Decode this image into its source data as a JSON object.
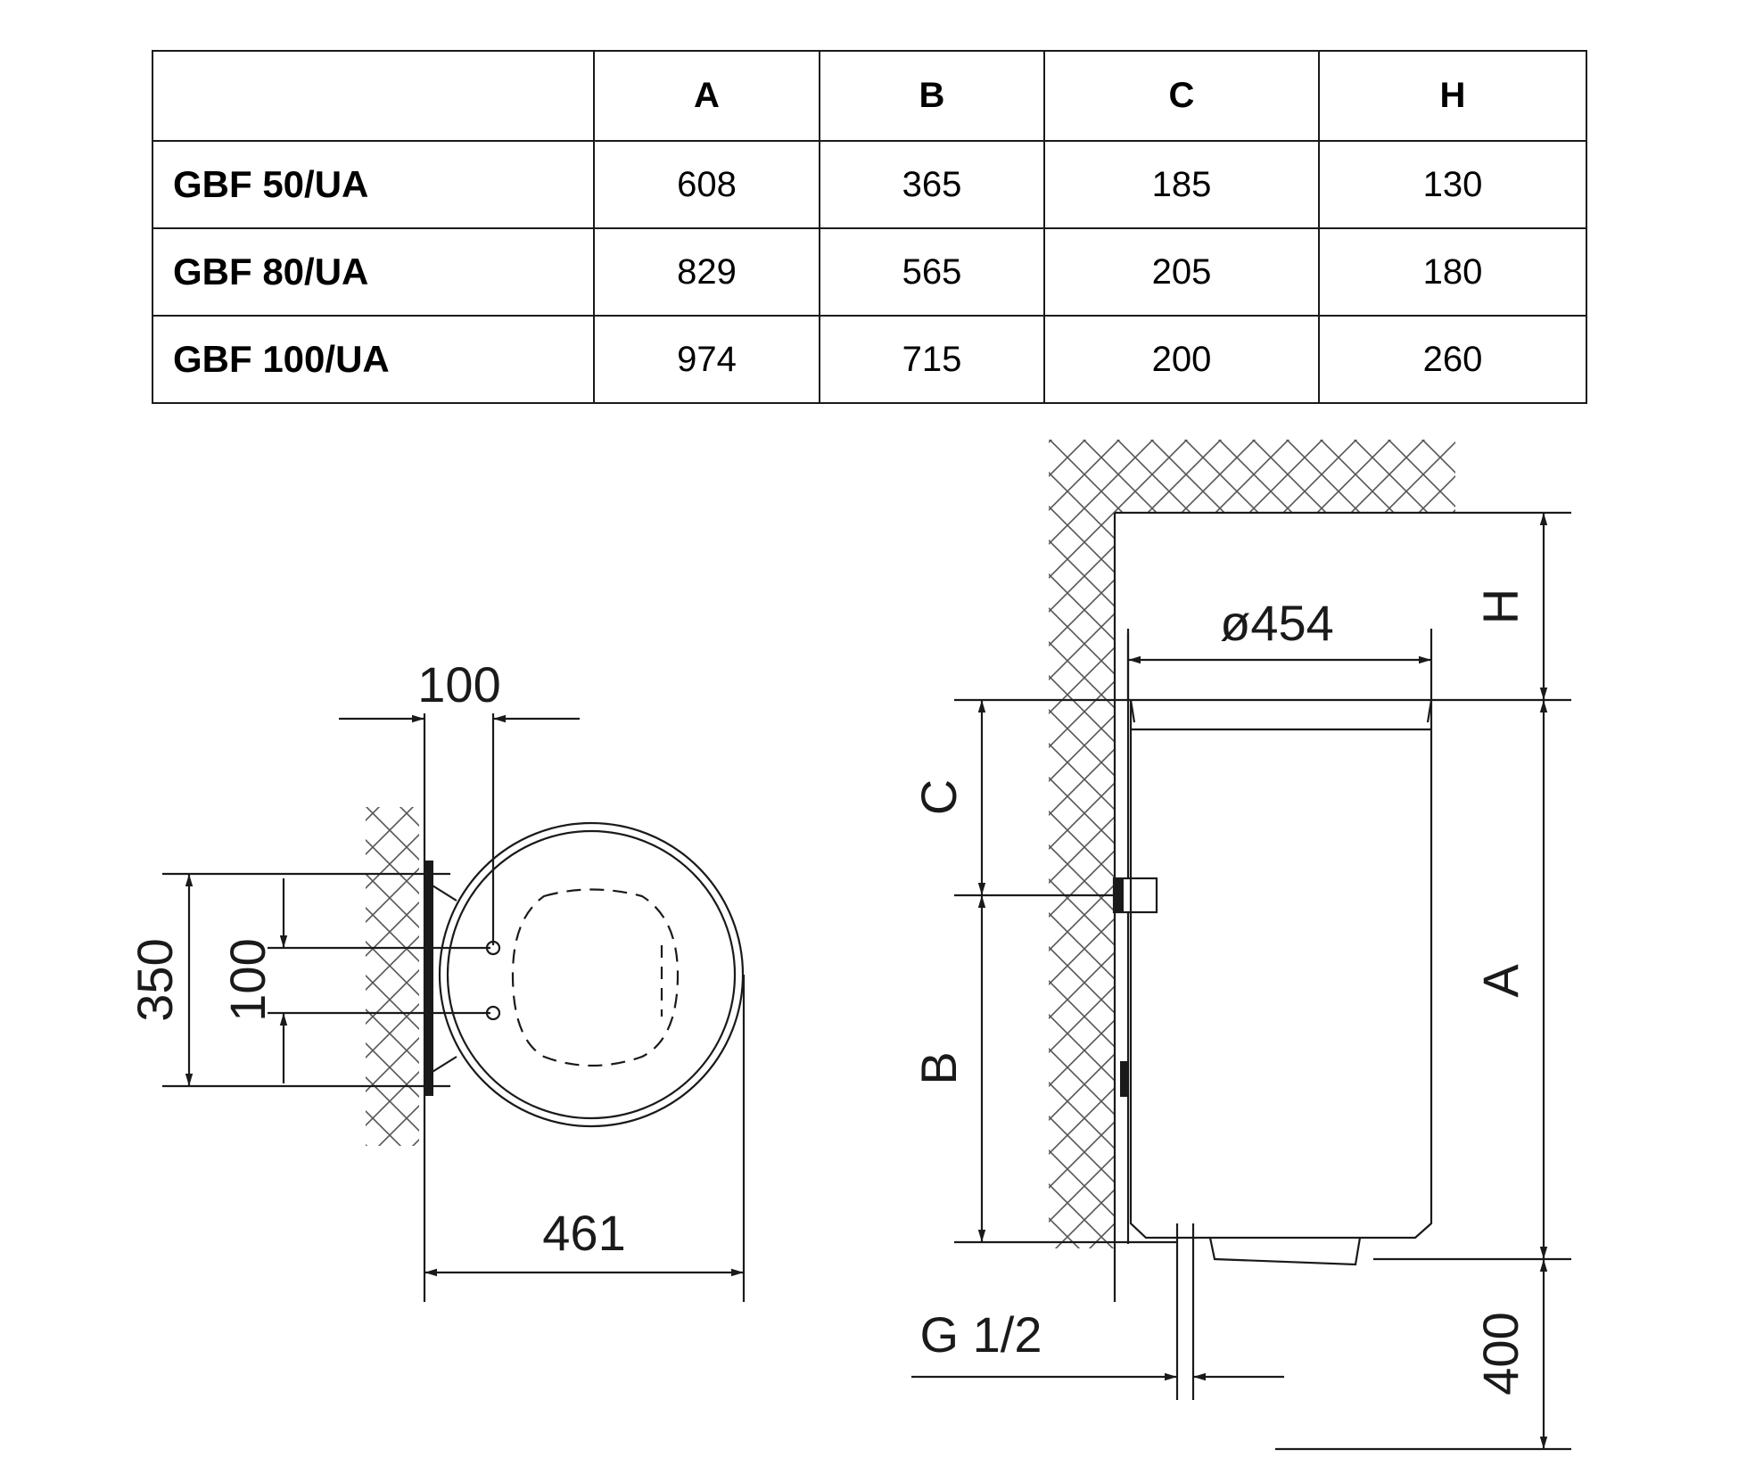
{
  "table": {
    "header": [
      "",
      "A",
      "B",
      "C",
      "H"
    ],
    "rows": [
      {
        "model": "GBF 50/UA",
        "A": "608",
        "B": "365",
        "C": "185",
        "H": "130"
      },
      {
        "model": "GBF 80/UA",
        "A": "829",
        "B": "565",
        "C": "205",
        "H": "180"
      },
      {
        "model": "GBF 100/UA",
        "A": "974",
        "B": "715",
        "C": "200",
        "H": "260"
      }
    ]
  },
  "top_view": {
    "dim_pipe_spacing": "100",
    "dim_mount_height": "350",
    "dim_vertical_spacing": "100",
    "dim_depth": "461"
  },
  "side_view": {
    "dim_diameter": "ø454",
    "dim_H": "H",
    "dim_A": "A",
    "dim_C": "C",
    "dim_B": "B",
    "dim_floor": "400",
    "dim_thread": "G 1/2"
  }
}
